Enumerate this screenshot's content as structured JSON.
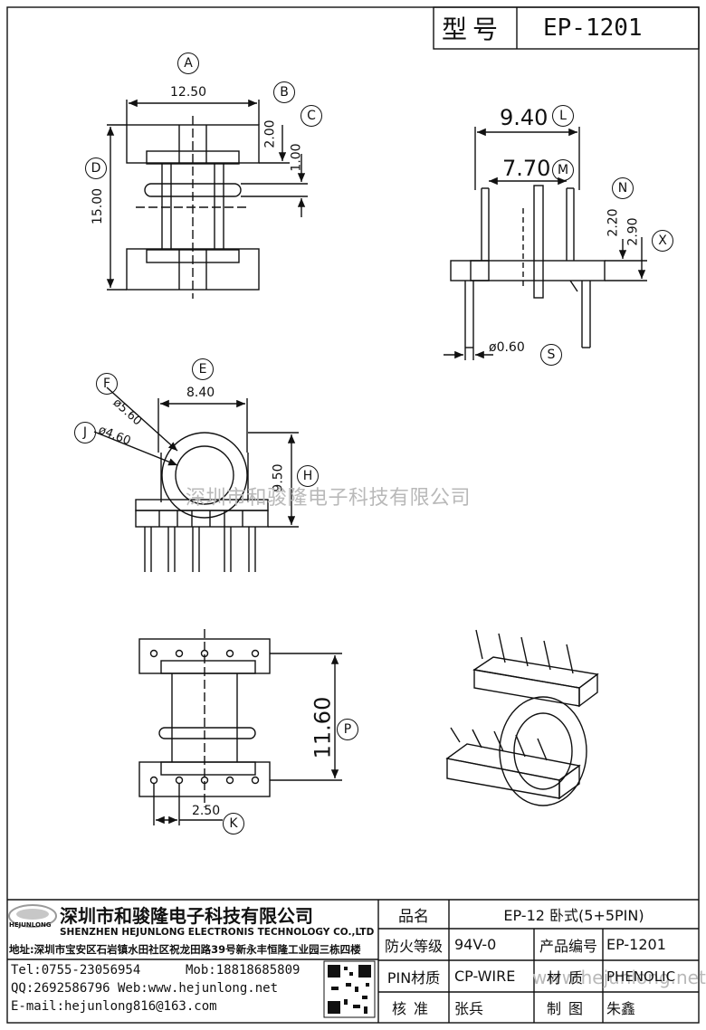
{
  "header": {
    "model_label": "型号",
    "model_value": "EP-1201"
  },
  "dimensions": {
    "A": "A",
    "B": "B",
    "C": "C",
    "D": "D",
    "E": "E",
    "F": "F",
    "J": "J",
    "H": "H",
    "K": "K",
    "L": "L",
    "M": "M",
    "N": "N",
    "P": "P",
    "S": "S",
    "X": "X",
    "A_val": "12.50",
    "B_val": "2.00",
    "C_val": "1.00",
    "D_val": "15.00",
    "E_val": "8.40",
    "F_val": "ø5.60",
    "J_val": "ø4.60",
    "H_val": "9.50",
    "L_val": "9.40",
    "M_val": "7.70",
    "N_val": "2.20",
    "X_val": "2.90",
    "S_val": "ø0.60",
    "P_val": "11.60",
    "K_val": "2.50"
  },
  "watermark": "深圳市和骏隆电子科技有限公司",
  "watermark_url": "www.hejunlong.net",
  "company": {
    "logo_text": "HEJUNLONG",
    "name_cn": "深圳市和骏隆电子科技有限公司",
    "name_en": "SHENZHEN HEJUNLONG ELECTRONIS TECHNOLOGY CO.,LTD",
    "address": "地址:深圳市宝安区石岩镇水田社区祝龙田路39号新永丰恒隆工业园三栋四楼",
    "tel": "Tel:0755-23056954",
    "mob": "Mob:18818685809",
    "qq_web": "QQ:2692586796 Web:www.hejunlong.net",
    "email": "E-mail:hejunlong816@163.com"
  },
  "spec": {
    "product_name_label": "品名",
    "product_name": "EP-12 卧式(5+5PIN)",
    "flame_label": "防火等级",
    "flame": "94V-0",
    "code_label": "产品编号",
    "code": "EP-1201",
    "pin_label": "PIN材质",
    "pin": "CP-WIRE",
    "material_label": "材质",
    "material": "PHENOLIC",
    "review_label": "核准",
    "review": "张兵",
    "drawn_label": "制图",
    "drawn": "朱鑫"
  }
}
